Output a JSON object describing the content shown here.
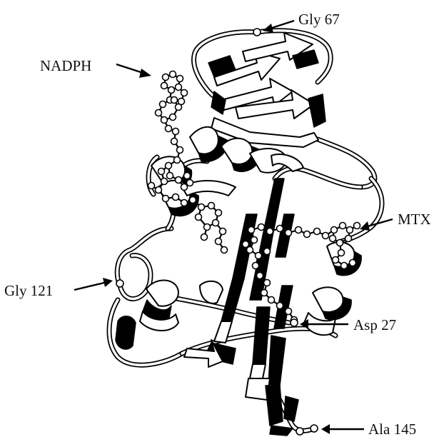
{
  "labels": {
    "gly67": "Gly 67",
    "nadph": "NADPH",
    "mtx": "MTX",
    "gly121": "Gly 121",
    "asp27": "Asp 27",
    "ala145": "Ala 145"
  },
  "colors": {
    "ink": "#000000",
    "paper": "#ffffff"
  }
}
